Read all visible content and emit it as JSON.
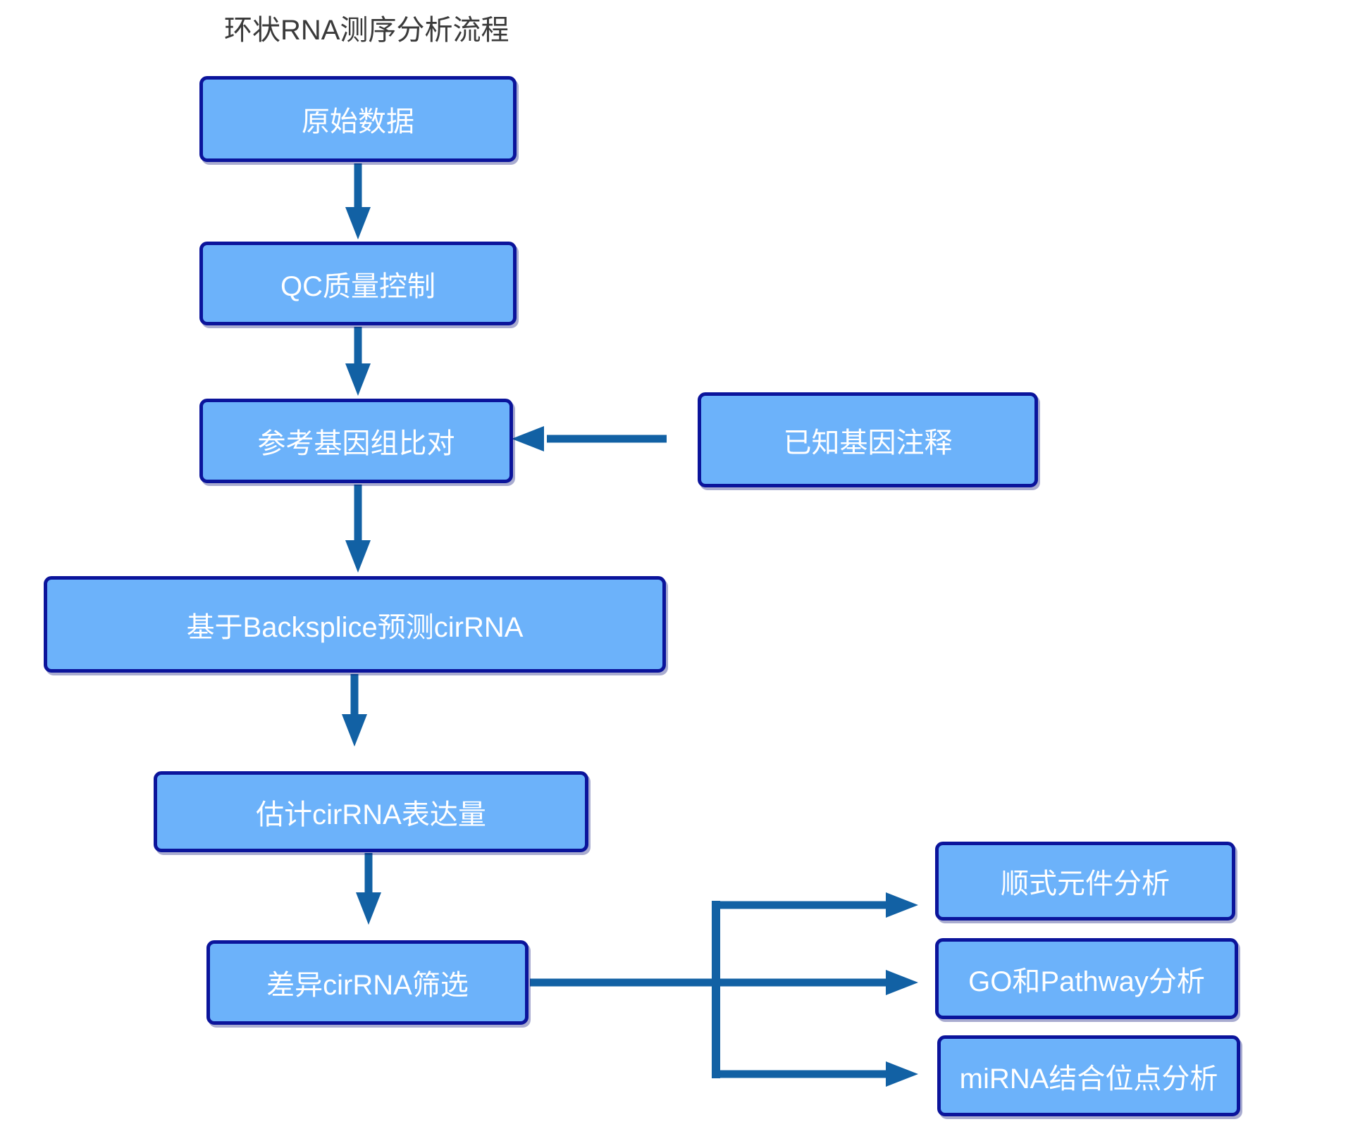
{
  "title": "环状RNA测序分析流程",
  "colors": {
    "box_fill": "#6cb2fa",
    "box_border": "#0b149b",
    "arrow": "#1261a4",
    "box_text": "#ffffff",
    "title_text": "#3a3a3a",
    "background": "#ffffff"
  },
  "nodes": [
    {
      "id": "raw-data",
      "label": "原始数据"
    },
    {
      "id": "qc",
      "label": "QC质量控制"
    },
    {
      "id": "ref-genome-align",
      "label": "参考基因组比对"
    },
    {
      "id": "known-gene-annotation",
      "label": "已知基因注释"
    },
    {
      "id": "backsplice-predict",
      "label": "基于Backsplice预测cirRNA"
    },
    {
      "id": "expression-estimate",
      "label": "估计cirRNA表达量"
    },
    {
      "id": "diff-screening",
      "label": "差异cirRNA筛选"
    },
    {
      "id": "cis-element-analysis",
      "label": "顺式元件分析"
    },
    {
      "id": "go-pathway-analysis",
      "label": "GO和Pathway分析"
    },
    {
      "id": "mirna-binding-analysis",
      "label": "miRNA结合位点分析"
    }
  ],
  "edges": [
    {
      "from": "原始数据",
      "to": "QC质量控制"
    },
    {
      "from": "QC质量控制",
      "to": "参考基因组比对"
    },
    {
      "from": "已知基因注释",
      "to": "参考基因组比对"
    },
    {
      "from": "参考基因组比对",
      "to": "基于Backsplice预测cirRNA"
    },
    {
      "from": "基于Backsplice预测cirRNA",
      "to": "估计cirRNA表达量"
    },
    {
      "from": "估计cirRNA表达量",
      "to": "差异cirRNA筛选"
    },
    {
      "from": "差异cirRNA筛选",
      "to": "顺式元件分析"
    },
    {
      "from": "差异cirRNA筛选",
      "to": "GO和Pathway分析"
    },
    {
      "from": "差异cirRNA筛选",
      "to": "miRNA结合位点分析"
    }
  ]
}
